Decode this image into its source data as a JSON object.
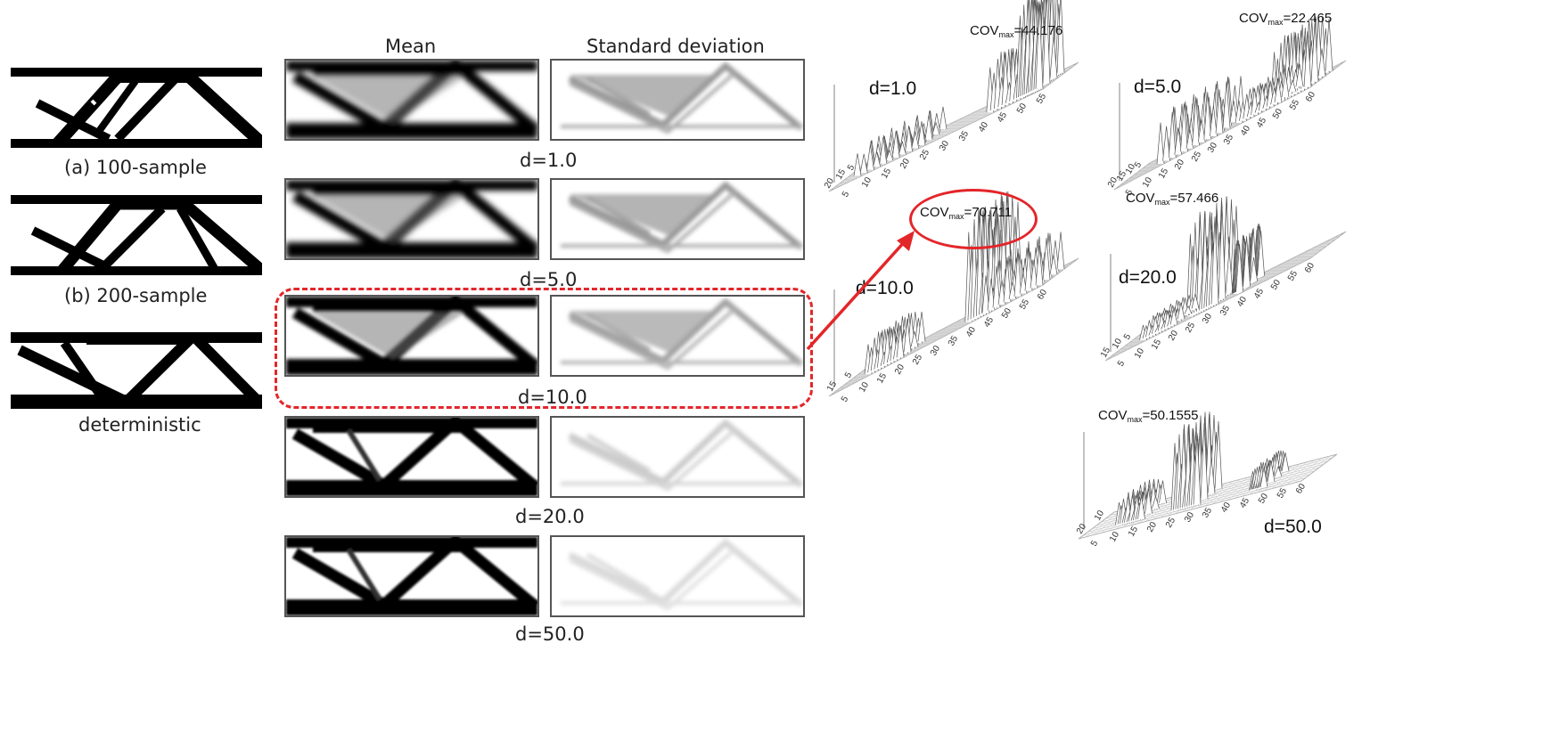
{
  "left_column": {
    "captions": [
      "(a) 100-sample",
      "(b) 200-sample",
      "deterministic"
    ]
  },
  "middle_column": {
    "headers": {
      "mean": "Mean",
      "std": "Standard deviation"
    },
    "rows": [
      {
        "label": "d=1.0"
      },
      {
        "label": "d=5.0"
      },
      {
        "label": "d=10.0"
      },
      {
        "label": "d=20.0"
      },
      {
        "label": "d=50.0"
      }
    ]
  },
  "right_column": {
    "cov_prefix": "COV",
    "cov_sub": "max",
    "plots": [
      {
        "d_label": "d=1.0",
        "cov_value": "=44.176",
        "axis_ticks": [
          "5",
          "10",
          "15",
          "20",
          "25",
          "30",
          "35",
          "40",
          "45",
          "50",
          "55"
        ],
        "y_ticks": [
          "5",
          "15",
          "20"
        ]
      },
      {
        "d_label": "d=5.0",
        "cov_value": "=22.465",
        "axis_ticks": [
          "5",
          "10",
          "15",
          "20",
          "25",
          "30",
          "35",
          "40",
          "45",
          "50",
          "55",
          "60"
        ],
        "y_ticks": [
          "5",
          "10",
          "15",
          "20"
        ]
      },
      {
        "d_label": "d=10.0",
        "cov_value": "=70.711",
        "axis_ticks": [
          "5",
          "10",
          "15",
          "20",
          "25",
          "30",
          "35",
          "40",
          "45",
          "50",
          "55",
          "60"
        ],
        "y_ticks": [
          "5",
          "15"
        ]
      },
      {
        "d_label": "d=20.0",
        "cov_value": "=57.466",
        "axis_ticks": [
          "5",
          "10",
          "15",
          "20",
          "25",
          "30",
          "35",
          "40",
          "45",
          "50",
          "55",
          "60"
        ],
        "y_ticks": [
          "5",
          "10",
          "15"
        ]
      },
      {
        "d_label": "d=50.0",
        "cov_value": "=50.1555",
        "axis_ticks": [
          "5",
          "10",
          "15",
          "20",
          "25",
          "30",
          "35",
          "40",
          "45",
          "50",
          "55",
          "60"
        ],
        "y_ticks": [
          "10",
          "20"
        ]
      }
    ]
  },
  "colors": {
    "highlight": "#e3262a"
  }
}
